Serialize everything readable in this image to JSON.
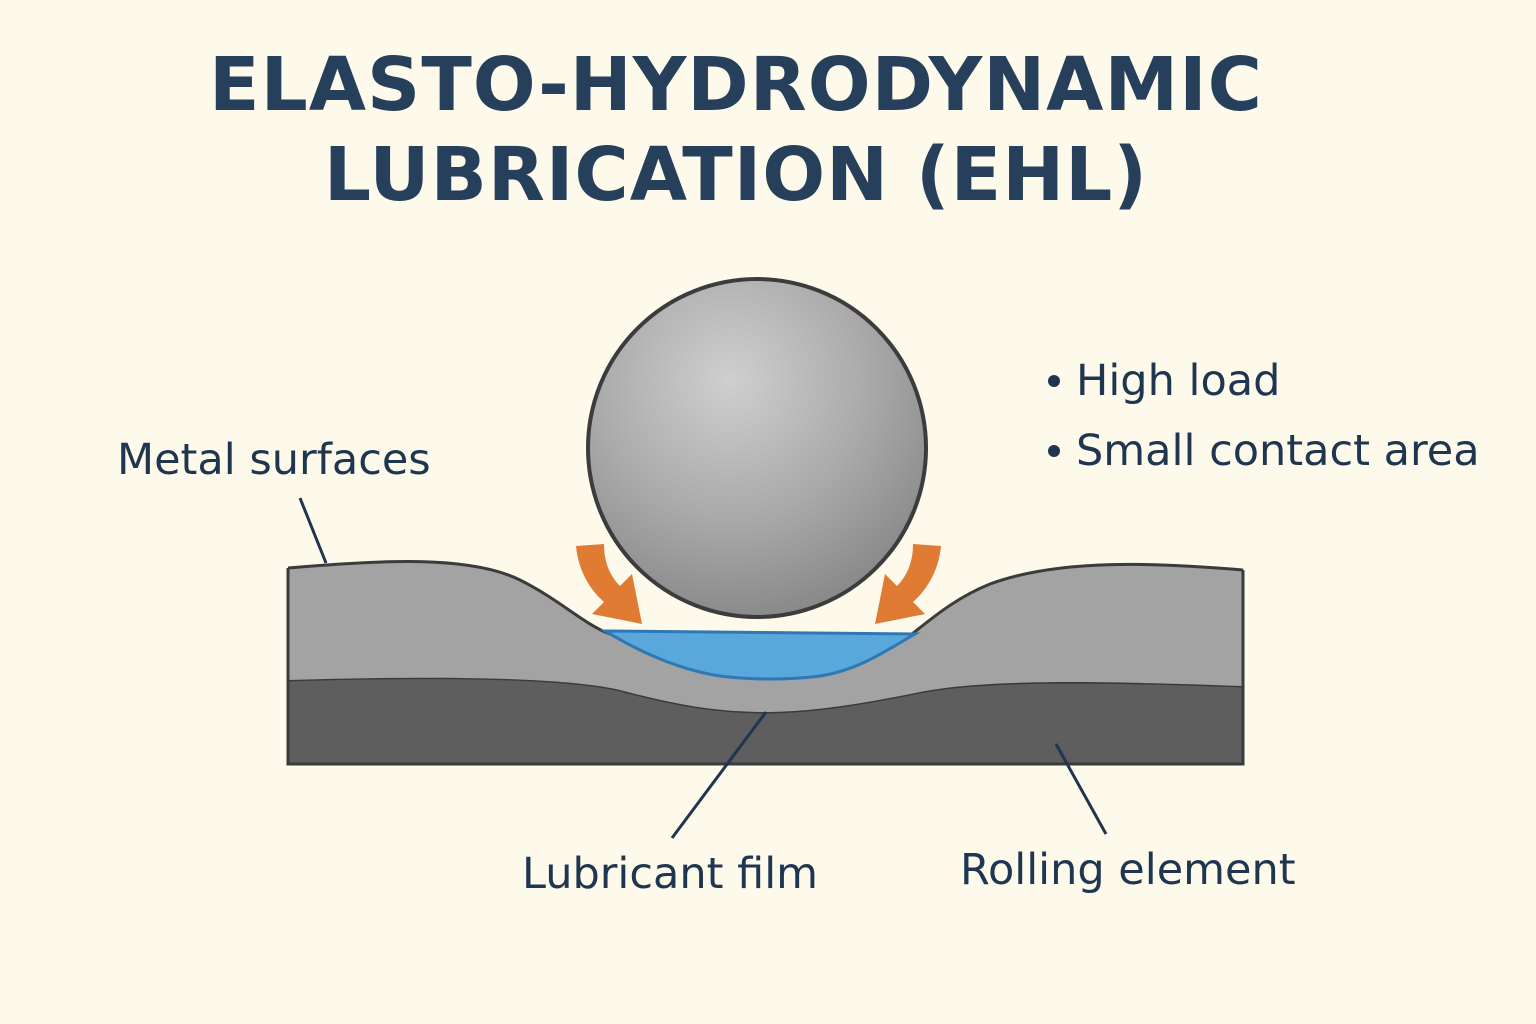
{
  "title": {
    "line1": "ELASTO-HYDRODYNAMIC",
    "line2": "LUBRICATION (EHL)"
  },
  "labels": {
    "metal_surfaces": "Metal surfaces",
    "lubricant_film": "Lubricant film",
    "rolling_element": "Rolling element"
  },
  "bullets": [
    "High load",
    "Small contact area"
  ],
  "colors": {
    "background": "#fdfaec",
    "title": "#263f5b",
    "text": "#1f3550",
    "ball": "#a8a8a8",
    "upper_layer": "#a3a3a3",
    "lower_layer": "#5e5e5e",
    "lubricant": "#5aa7dc",
    "arrow": "#e07b34"
  }
}
